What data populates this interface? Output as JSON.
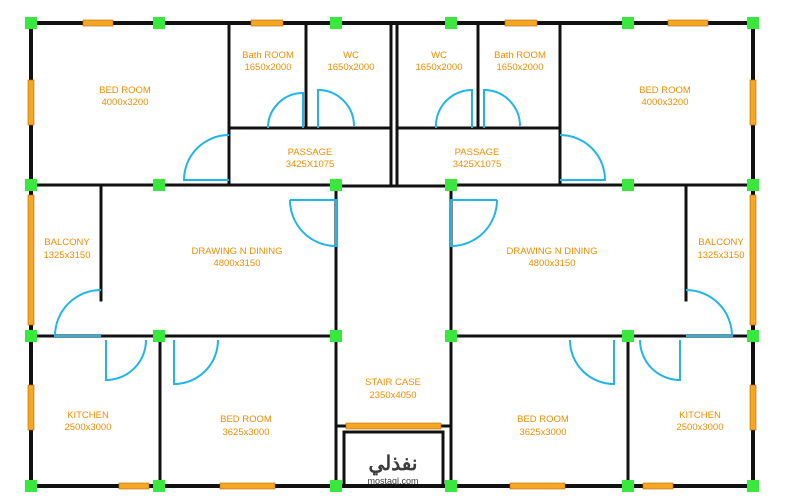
{
  "rooms": {
    "bed_tl": {
      "name": "BED ROOM",
      "size": "4000x3200"
    },
    "bath_l": {
      "name": "Bath ROOM",
      "size": "1650x2000"
    },
    "wc_l": {
      "name": "WC",
      "size": "1650x2000"
    },
    "wc_r": {
      "name": "WC",
      "size": "1650x2000"
    },
    "bath_r": {
      "name": "Bath ROOM",
      "size": "1650x2000"
    },
    "bed_tr": {
      "name": "BED ROOM",
      "size": "4000x3200"
    },
    "passage_l": {
      "name": "PASSAGE",
      "size": "3425X1075"
    },
    "passage_r": {
      "name": "PASSAGE",
      "size": "3425X1075"
    },
    "balcony_l": {
      "name": "BALCONY",
      "size": "1325x3150"
    },
    "balcony_r": {
      "name": "BALCONY",
      "size": "1325x3150"
    },
    "drawing_l": {
      "name": "DRAWING N DINING",
      "size": "4800x3150"
    },
    "drawing_r": {
      "name": "DRAWING N DINING",
      "size": "4800x3150"
    },
    "stair": {
      "name": "STAIR CASE",
      "size": "2350x4050"
    },
    "kitchen_l": {
      "name": "KITCHEN",
      "size": "2500x3000"
    },
    "bed_bl": {
      "name": "BED ROOM",
      "size": "3625x3000"
    },
    "bed_br": {
      "name": "BED ROOM",
      "size": "3625x3000"
    },
    "kitchen_r": {
      "name": "KITCHEN",
      "size": "2500x3000"
    }
  },
  "watermark": {
    "text": "نفذلي",
    "url": "mostaql.com"
  },
  "colors": {
    "wall": "#111111",
    "door": "#20b5e8",
    "column": "#39e83c",
    "window": "#f5a623",
    "label": "#f28c00"
  }
}
